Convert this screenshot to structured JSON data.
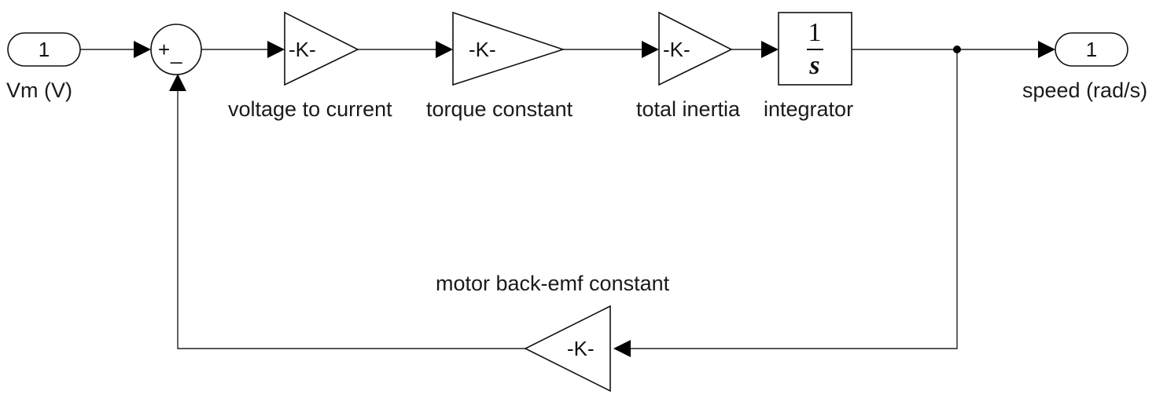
{
  "inport": {
    "number": "1",
    "label": "Vm (V)"
  },
  "outport": {
    "number": "1",
    "label": "speed (rad/s)"
  },
  "sum": {
    "plus": "+",
    "minus": "_"
  },
  "gains": {
    "voltage_to_current": {
      "text": "-K-",
      "label": "voltage to current"
    },
    "torque_constant": {
      "text": "-K-",
      "label": "torque constant"
    },
    "total_inertia": {
      "text": "-K-",
      "label": "total inertia"
    },
    "back_emf": {
      "text": "-K-",
      "label": "motor back-emf constant"
    }
  },
  "integrator": {
    "numerator": "1",
    "denominator": "s",
    "label": "integrator"
  }
}
